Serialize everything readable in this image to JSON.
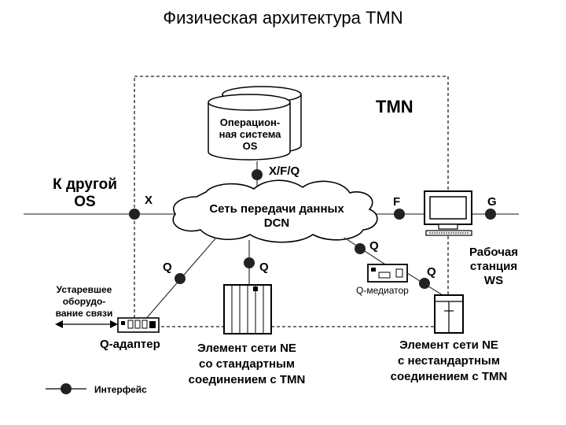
{
  "title": "Физическая архитектура TMN",
  "boundary_label": "TMN",
  "os": {
    "line1": "Операцион-",
    "line2": "ная система",
    "line3": "OS"
  },
  "dcn": {
    "line1": "Сеть передачи данных",
    "line2": "DCN"
  },
  "other_os": {
    "line1": "К другой",
    "line2": "OS"
  },
  "ws": {
    "line1": "Рабочая",
    "line2": "станция",
    "line3": "WS"
  },
  "legacy": {
    "line1": "Устаревшее",
    "line2": "оборудо-",
    "line3": "вание связи"
  },
  "q_adapter": "Q-адаптер",
  "q_mediator": "Q-медиатор",
  "ne_standard": {
    "line1": "Элемент сети NE",
    "line2": "со стандартным",
    "line3": "соединением с TMN"
  },
  "ne_nonstandard": {
    "line1": "Элемент сети NE",
    "line2": "с нестандартным",
    "line3": "соединением с TMN"
  },
  "interfaces": {
    "xfq": "X/F/Q",
    "x": "X",
    "f": "F",
    "g": "G",
    "q": "Q"
  },
  "legend": {
    "label": "Интерфейс"
  }
}
